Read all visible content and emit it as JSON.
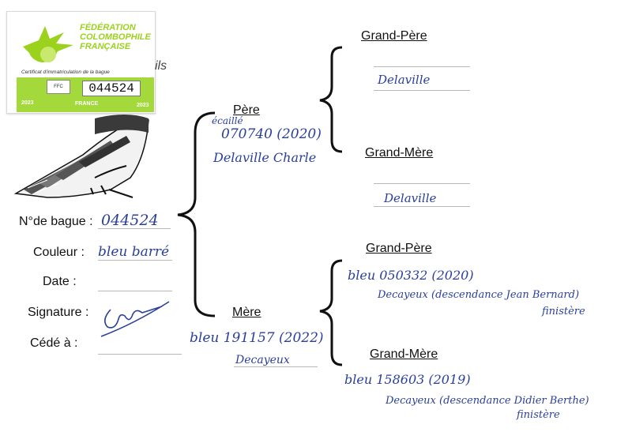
{
  "sticker": {
    "org_line1": "FÉDÉRATION",
    "org_line2": "COLOMBOPHILE",
    "org_line3": "FRANÇAISE",
    "certificate": "Certificat d'immatriculation de la bague",
    "ring_number": "044524",
    "year_left": "2023",
    "country": "FRANCE",
    "year_right": "2023",
    "logo_text": "FFC"
  },
  "title_fragment": "ils",
  "bird": {
    "fields": {
      "ring_label": "N°de bague :",
      "ring_value": "044524",
      "color_label": "Couleur :",
      "color_value": "bleu barré",
      "date_label": "Date :",
      "date_value": "",
      "signature_label": "Signature :",
      "ceded_label": "Cédé à :",
      "ceded_value": ""
    }
  },
  "pedigree": {
    "father": {
      "label": "Père",
      "line1": "écaillé",
      "line2": "070740 (2020)",
      "line3": "Delaville Charle"
    },
    "mother": {
      "label": "Mère",
      "line1": "bleu 191157 (2022)",
      "line2": "Decayeux"
    },
    "paternal_grandfather": {
      "label": "Grand-Père",
      "line1": "Delaville"
    },
    "paternal_grandmother": {
      "label": "Grand-Mère",
      "line1": "Delaville"
    },
    "maternal_grandfather": {
      "label": "Grand-Père",
      "line1": "bleu 050332 (2020)",
      "line2": "Decayeux (descendance Jean Bernard)",
      "line3": "finistère"
    },
    "maternal_grandmother": {
      "label": "Grand-Mère",
      "line1": "bleu 158603 (2019)",
      "line2": "Decayeux (descendance Didier Berthe)",
      "line3": "finistère"
    }
  },
  "colors": {
    "ffc_green": "#9ad21e",
    "ink_blue": "#2a3f9a"
  }
}
